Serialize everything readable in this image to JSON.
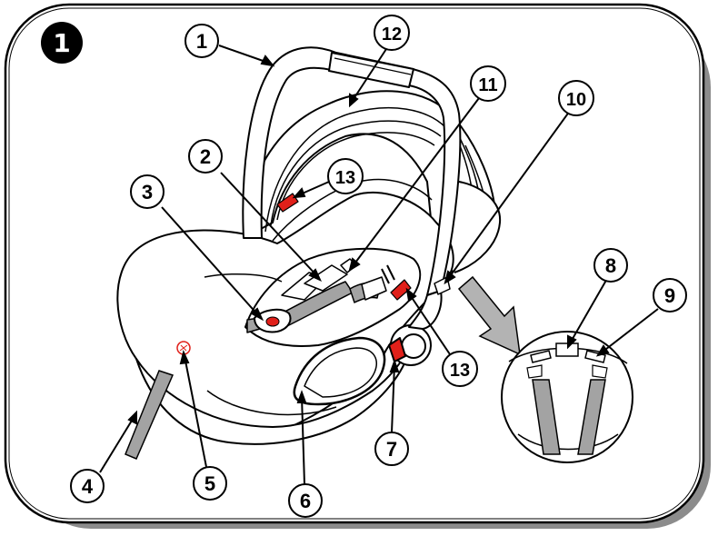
{
  "figure": {
    "step_number": "1",
    "callouts": [
      {
        "id": "c1",
        "label": "1"
      },
      {
        "id": "c2",
        "label": "2"
      },
      {
        "id": "c3",
        "label": "3"
      },
      {
        "id": "c4",
        "label": "4"
      },
      {
        "id": "c5",
        "label": "5"
      },
      {
        "id": "c6",
        "label": "6"
      },
      {
        "id": "c7",
        "label": "7"
      },
      {
        "id": "c8",
        "label": "8"
      },
      {
        "id": "c9",
        "label": "9"
      },
      {
        "id": "c10",
        "label": "10"
      },
      {
        "id": "c11",
        "label": "11"
      },
      {
        "id": "c12",
        "label": "12"
      },
      {
        "id": "c13a",
        "label": "13"
      },
      {
        "id": "c13b",
        "label": "13"
      }
    ],
    "colors": {
      "frame_shadow": "#8c8c8c",
      "accent_red": "#e0201a",
      "strap_gray": "#a3a3a3",
      "arrow_gray": "#b3b3b3"
    }
  }
}
